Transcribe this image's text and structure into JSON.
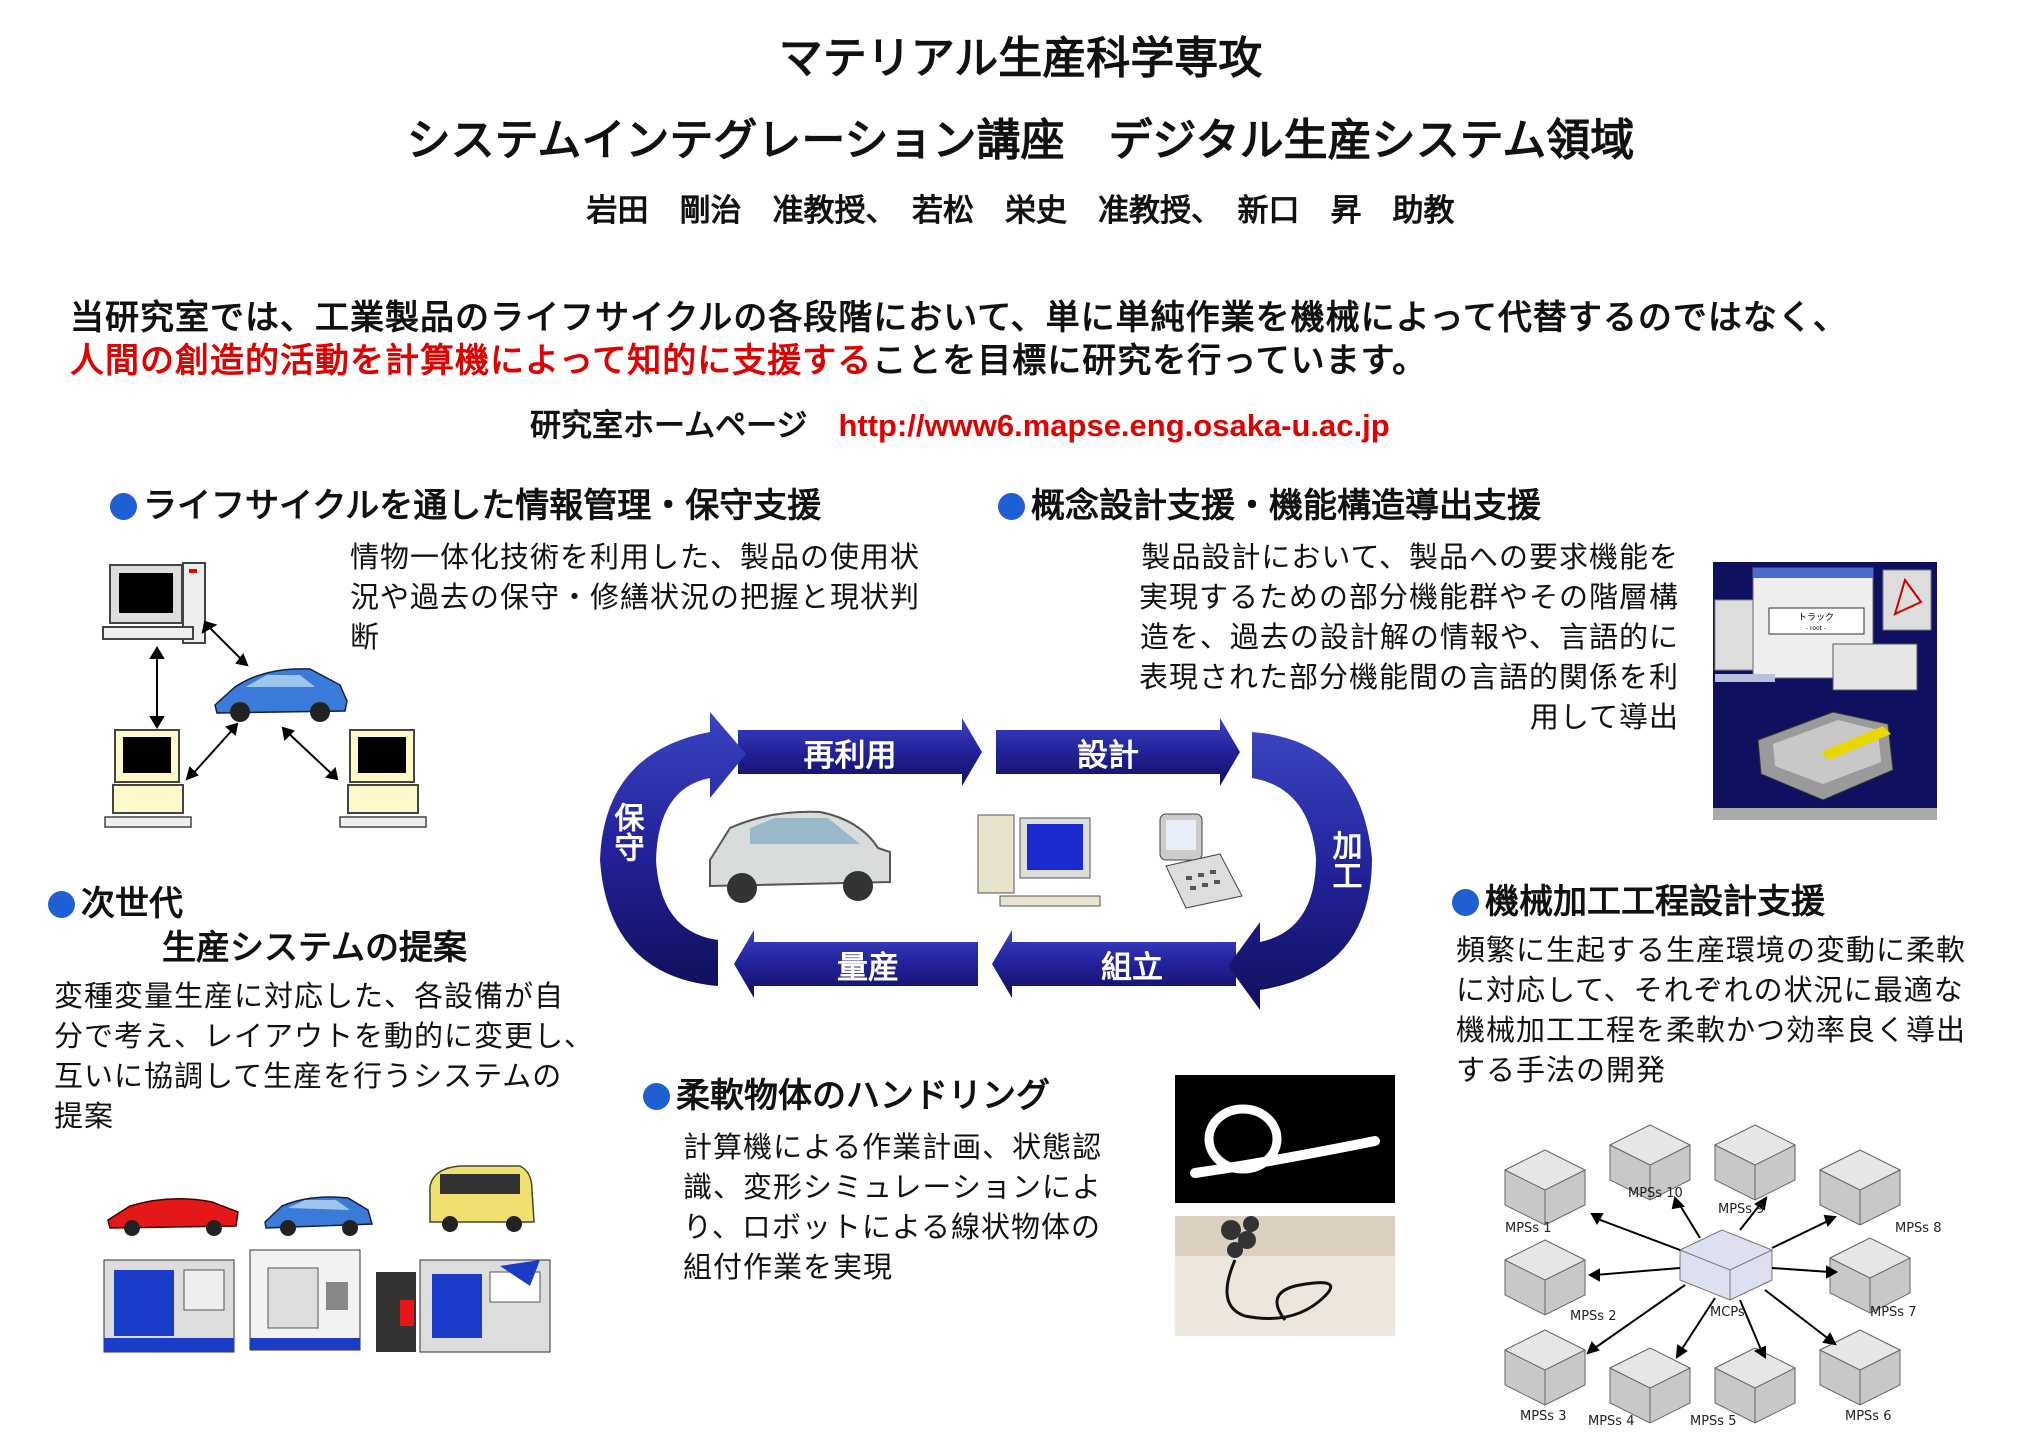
{
  "header": {
    "title": "マテリアル生産科学専攻",
    "subtitle": "システムインテグレーション講座　デジタル生産システム領域",
    "staff": "岩田　剛治　准教授、　若松　栄史　准教授、　新口　昇　助教"
  },
  "intro": {
    "line1": "当研究室では、工業製品のライフサイクルの各段階において、単に単純作業を機械によって代替するのではなく、",
    "line2_red": "人間の創造的活動を計算機によって知的に支援する",
    "line2_rest": "ことを目標に研究を行っています。",
    "homepage_label": "研究室ホームページ",
    "homepage_url": "http://www6.mapse.eng.osaka-u.ac.jp"
  },
  "sections": {
    "lifecycle": {
      "title": "ライフサイクルを通した情報管理・保守支援",
      "desc": "情物一体化技術を利用した、製品の使用状\n況や過去の保守・修繕状況の把握と現状判\n断"
    },
    "concept": {
      "title": "概念設計支援・機能構造導出支援",
      "desc": "製品設計において、製品への要求機能を\n実現するための部分機能群やその階層構\n造を、過去の設計解の情報や、言語的に\n表現された部分機能間の言語的関係を利\n用して導出"
    },
    "nextgen": {
      "title1": "次世代",
      "title2": "生産システムの提案",
      "desc": "変種変量生産に対応した、各設備が自\n分で考え、レイアウトを動的に変更し、\n互いに協調して生産を行うシステムの\n提案"
    },
    "machining": {
      "title": "機械加工工程設計支援",
      "desc": "頻繁に生起する生産環境の変動に柔軟\nに対応して、それぞれの状況に最適な\n機械加工工程を柔軟かつ効率良く導出\nする手法の開発"
    },
    "flexible": {
      "title": "柔軟物体のハンドリング",
      "desc": "計算機による作業計画、状態認\n識、変形シミュレーションによ\nり、ロボットによる線状物体の\n組付作業を実現"
    }
  },
  "cycle": {
    "reuse": "再利用",
    "design": "設計",
    "process": "加工",
    "assembly": "組立",
    "mass": "量産",
    "maintain": "保守"
  },
  "diagram": {
    "center": "MCPs",
    "nodes": [
      "MPSs 1",
      "MPSs 2",
      "MPSs 3",
      "MPSs 4",
      "MPSs 5",
      "MPSs 6",
      "MPSs 7",
      "MPSs 8",
      "MPSs 9",
      "MPSs 10"
    ]
  },
  "screen": {
    "node_label": "トラック",
    "node_sub": "- root -"
  },
  "colors": {
    "accent_blue": "#1f5fd4",
    "arrow_navy": "#1a1a8c",
    "red_text": "#e00000"
  }
}
